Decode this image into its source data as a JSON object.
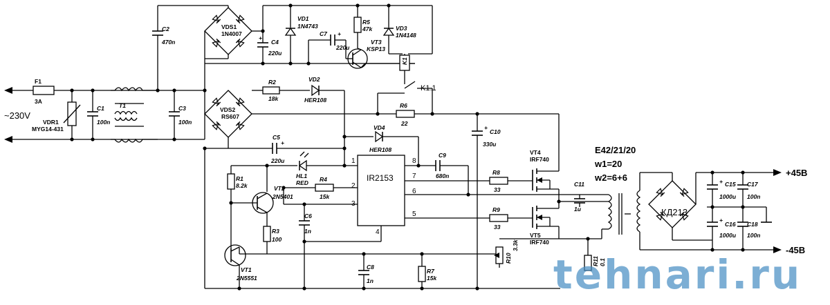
{
  "fuse": {
    "ref": "F1",
    "value": "3A"
  },
  "varistor": {
    "ref": "VDR1",
    "value": "MYG14-431"
  },
  "mains": {
    "label": "~230V"
  },
  "c1": {
    "ref": "C1",
    "value": "100n"
  },
  "t1": {
    "ref": "T1"
  },
  "c3": {
    "ref": "C3",
    "value": "100n"
  },
  "c2": {
    "ref": "C2",
    "value": "470n"
  },
  "vds1": {
    "ref": "VDS1",
    "value": "1N4007"
  },
  "c4": {
    "ref": "C4",
    "value": "220u"
  },
  "vd1": {
    "ref": "VD1",
    "value": "1N4743"
  },
  "c7": {
    "ref": "C7",
    "value": "220u"
  },
  "r5": {
    "ref": "R5",
    "value": "47k"
  },
  "vt3": {
    "ref": "VT3",
    "value": "KSP13"
  },
  "vd3": {
    "ref": "VD3",
    "value": "1N4148"
  },
  "k1": {
    "ref": "K1",
    "contact": "K1.1"
  },
  "r2": {
    "ref": "R2",
    "value": "18k"
  },
  "vd2": {
    "ref": "VD2",
    "value": "HER108"
  },
  "vds2": {
    "ref": "VDS2",
    "value": "RS607"
  },
  "r6": {
    "ref": "R6",
    "value": "22"
  },
  "c10": {
    "ref": "C10",
    "value": "330u"
  },
  "c5": {
    "ref": "C5",
    "value": "220u"
  },
  "vd4": {
    "ref": "VD4",
    "value": "HER108"
  },
  "hl1": {
    "ref": "HL1",
    "value": "RED"
  },
  "ic": {
    "ref": "IR2153",
    "pins": [
      "1",
      "2",
      "3",
      "4",
      "5",
      "6",
      "7",
      "8"
    ]
  },
  "c9": {
    "ref": "C9",
    "value": "680n"
  },
  "r1": {
    "ref": "R1",
    "value": "8.2k"
  },
  "vt2": {
    "ref": "VT2",
    "value": "2N5401"
  },
  "r4": {
    "ref": "R4",
    "value": "15k"
  },
  "c6": {
    "ref": "C6",
    "value": "1n"
  },
  "r3": {
    "ref": "R3",
    "value": "100"
  },
  "vt1": {
    "ref": "VT1",
    "value": "2N5551"
  },
  "c8": {
    "ref": "C8",
    "value": "1n"
  },
  "r7": {
    "ref": "R7",
    "value": "15k"
  },
  "r8": {
    "ref": "R8",
    "value": "33"
  },
  "r9": {
    "ref": "R9",
    "value": "33"
  },
  "vt4": {
    "ref": "VT4",
    "value": "IRF740"
  },
  "vt5": {
    "ref": "VT5",
    "value": "IRF740"
  },
  "r10": {
    "ref": "R10",
    "value": "3.3k"
  },
  "r11": {
    "ref": "R11",
    "value": "0.1"
  },
  "c11": {
    "ref": "C11",
    "value": "1u"
  },
  "transformer": {
    "core": "E42/21/20",
    "w1": "w1=20",
    "w2": "w2=6+6"
  },
  "rect": {
    "ref": "КД213"
  },
  "c15": {
    "ref": "C15",
    "value": "1000u"
  },
  "c16": {
    "ref": "C16",
    "value": "1000u"
  },
  "c17": {
    "ref": "C17",
    "value": "100n"
  },
  "c18": {
    "ref": "C18",
    "value": "100n"
  },
  "outputs": {
    "pos": "+45B",
    "neg": "-45B"
  },
  "watermark": {
    "text": "tehnari.ru"
  }
}
